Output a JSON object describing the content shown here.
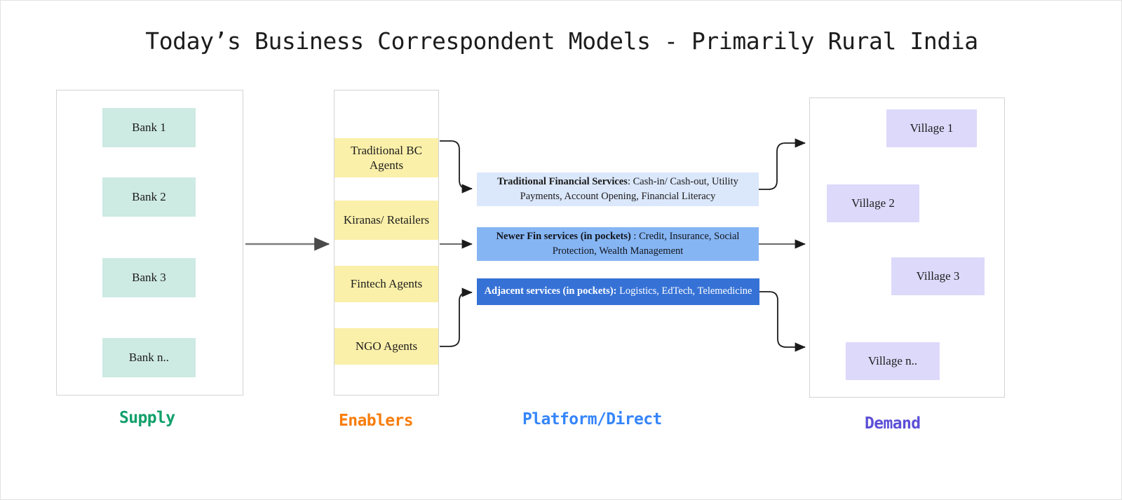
{
  "page": {
    "title": "Today’s Business Correspondent Models - Primarily Rural India"
  },
  "columns": {
    "supply": {
      "footer_label": "Supply",
      "footer_color": "#10a06a",
      "node_color": "#cdeae3",
      "items": [
        {
          "label": "Bank 1"
        },
        {
          "label": "Bank 2"
        },
        {
          "label": "Bank 3"
        },
        {
          "label": "Bank n.."
        }
      ]
    },
    "enablers": {
      "footer_label": "Enablers",
      "footer_color": "#f87d0c",
      "node_color": "#fbf0a9",
      "items": [
        {
          "label": "Traditional BC Agents"
        },
        {
          "label": "Kiranas/ Retailers"
        },
        {
          "label": "Fintech Agents"
        },
        {
          "label": "NGO Agents"
        }
      ]
    },
    "platform_direct": {
      "footer_label": "Platform/Direct",
      "footer_color": "#3585fa",
      "services": [
        {
          "heading": "Traditional Financial Services",
          "separator": ": ",
          "detail": "Cash-in/ Cash-out, Utility Payments, Account Opening, Financial Literacy",
          "bg": "#dbe7fb",
          "text_color": "#1b1b1b"
        },
        {
          "heading": "Newer Fin services (in pockets)",
          "separator": " : ",
          "detail": "Credit, Insurance, Social Protection, Wealth Management",
          "bg": "#86b5f4",
          "text_color": "#12151c"
        },
        {
          "heading": "Adjacent services (in pockets):",
          "separator": " ",
          "detail": "Logistics, EdTech, Telemedicine",
          "bg": "#3672d6",
          "text_color": "#ffffff"
        }
      ]
    },
    "demand": {
      "footer_label": "Demand",
      "footer_color": "#5b4fd6",
      "node_color": "#ddd9fb",
      "items": [
        {
          "label": "Village 1"
        },
        {
          "label": "Village 2"
        },
        {
          "label": "Village 3"
        },
        {
          "label": "Village n.."
        }
      ]
    }
  },
  "connectors": {
    "supply_to_enablers": "arrow-supply-to-enablers",
    "enablers_to_services": [
      "arrow-enablers-to-traditional",
      "arrow-enablers-to-newer",
      "arrow-enablers-to-adjacent"
    ],
    "services_to_demand": [
      "arrow-traditional-to-demand",
      "arrow-newer-to-demand",
      "arrow-adjacent-to-demand"
    ]
  }
}
